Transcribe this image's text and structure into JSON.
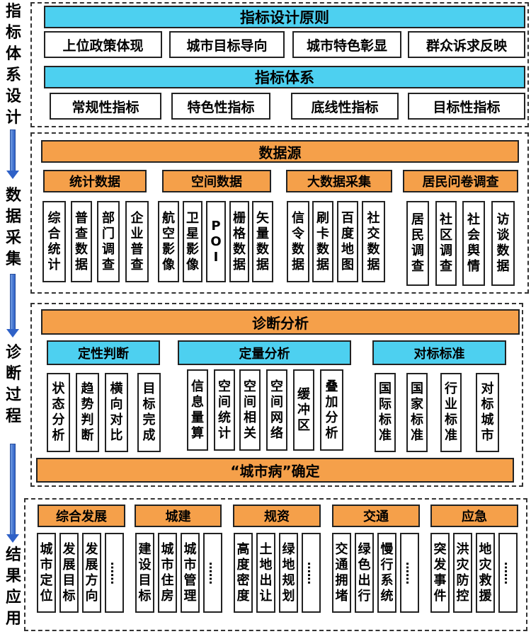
{
  "stages": [
    "指标体系设计",
    "数据采集",
    "诊断过程",
    "结果应用"
  ],
  "section1": {
    "principles_title": "指标设计原则",
    "principles": [
      "上位政策体现",
      "城市目标导向",
      "城市特色彰显",
      "群众诉求反映"
    ],
    "system_title": "指标体系",
    "indicators": [
      "常规性指标",
      "特色性指标",
      "底线性指标",
      "目标性指标"
    ]
  },
  "section2": {
    "title": "数据源",
    "groups": [
      {
        "name": "统计数据",
        "items": [
          "综合统计",
          "普查数据",
          "部门调查",
          "企业普查"
        ]
      },
      {
        "name": "空间数据",
        "items": [
          "航空影像",
          "卫星影像",
          "POI",
          "栅格数据",
          "矢量数据"
        ]
      },
      {
        "name": "大数据采集",
        "items": [
          "信令数据",
          "刷卡数据",
          "百度地图",
          "社交数据"
        ]
      },
      {
        "name": "居民问卷调查",
        "items": [
          "居民调查",
          "社区调查",
          "社会舆情",
          "访谈数据"
        ]
      }
    ]
  },
  "section3": {
    "title": "诊断分析",
    "groups": [
      {
        "name": "定性判断",
        "items": [
          "状态分析",
          "趋势判断",
          "横向对比",
          "目标完成"
        ]
      },
      {
        "name": "定量分析",
        "items": [
          "信息量算",
          "空间统计",
          "空间相关",
          "空间网络",
          "缓冲区",
          "叠加分析"
        ]
      },
      {
        "name": "对标标准",
        "items": [
          "国际标准",
          "国家标准",
          "行业标准",
          "对标城市"
        ]
      }
    ],
    "footer": "“城市病”确定"
  },
  "section4": {
    "groups": [
      {
        "name": "综合发展",
        "items": [
          "城市定位",
          "发展目标",
          "发展方向",
          "……"
        ]
      },
      {
        "name": "城建",
        "items": [
          "建设目标",
          "城市住房",
          "城市管理",
          "……"
        ]
      },
      {
        "name": "规资",
        "items": [
          "高度密度",
          "土地出让",
          "绿地规划",
          "……"
        ]
      },
      {
        "name": "交通",
        "items": [
          "交通拥堵",
          "绿色出行",
          "慢行系统",
          "……"
        ]
      },
      {
        "name": "应急",
        "items": [
          "突发事件",
          "洪灾防控",
          "地灾救援",
          "……"
        ]
      }
    ]
  },
  "colors": {
    "cyan": "#4dd0f0",
    "orange": "#f5a04a",
    "arrow": "#2f61c7"
  }
}
